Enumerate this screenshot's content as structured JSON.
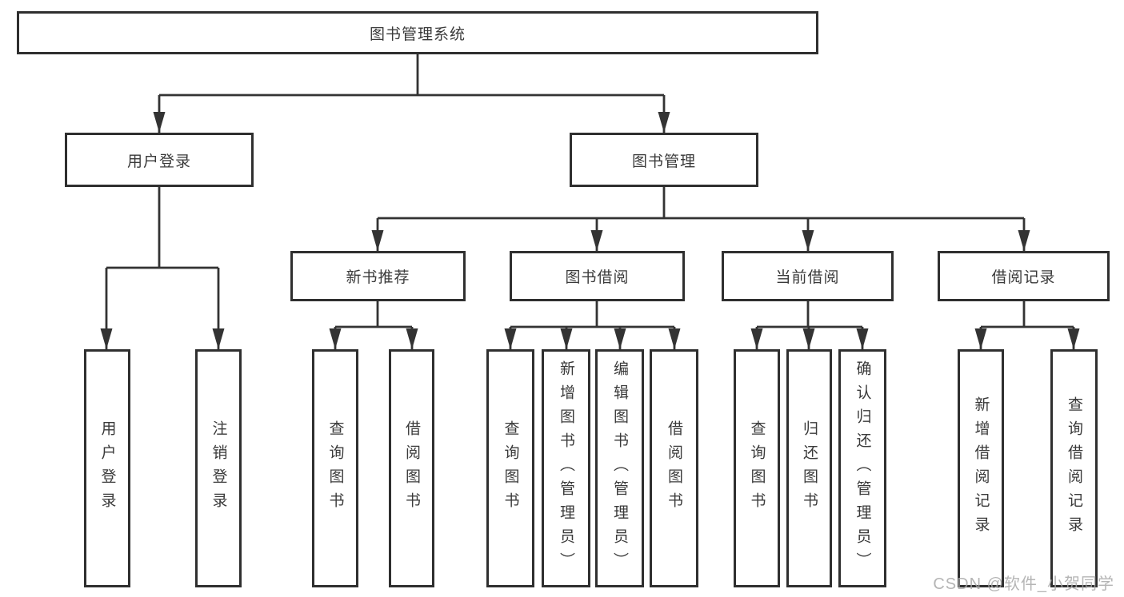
{
  "diagram": {
    "root": {
      "label": "图书管理系统"
    },
    "level2": [
      {
        "label": "用户登录",
        "children": [
          {
            "label": "用户登录"
          },
          {
            "label": "注销登录"
          }
        ]
      },
      {
        "label": "图书管理",
        "children": [
          {
            "label": "新书推荐",
            "children": [
              {
                "label": "查询图书"
              },
              {
                "label": "借阅图书"
              }
            ]
          },
          {
            "label": "图书借阅",
            "children": [
              {
                "label": "查询图书"
              },
              {
                "label": "新增图书（管理员）"
              },
              {
                "label": "编辑图书（管理员）"
              },
              {
                "label": "借阅图书"
              }
            ]
          },
          {
            "label": "当前借阅",
            "children": [
              {
                "label": "查询图书"
              },
              {
                "label": "归还图书"
              },
              {
                "label": "确认归还（管理员）"
              }
            ]
          },
          {
            "label": "借阅记录",
            "children": [
              {
                "label": "新增借阅记录"
              },
              {
                "label": "查询借阅记录"
              }
            ]
          }
        ]
      }
    ]
  },
  "watermark": {
    "text": "CSDN @软件_小贺同学"
  },
  "colors": {
    "line": "#333333",
    "box_border": "#2f2f2f",
    "text": "#3a3a3a",
    "watermark": "#a8a8a8",
    "background": "#ffffff"
  }
}
